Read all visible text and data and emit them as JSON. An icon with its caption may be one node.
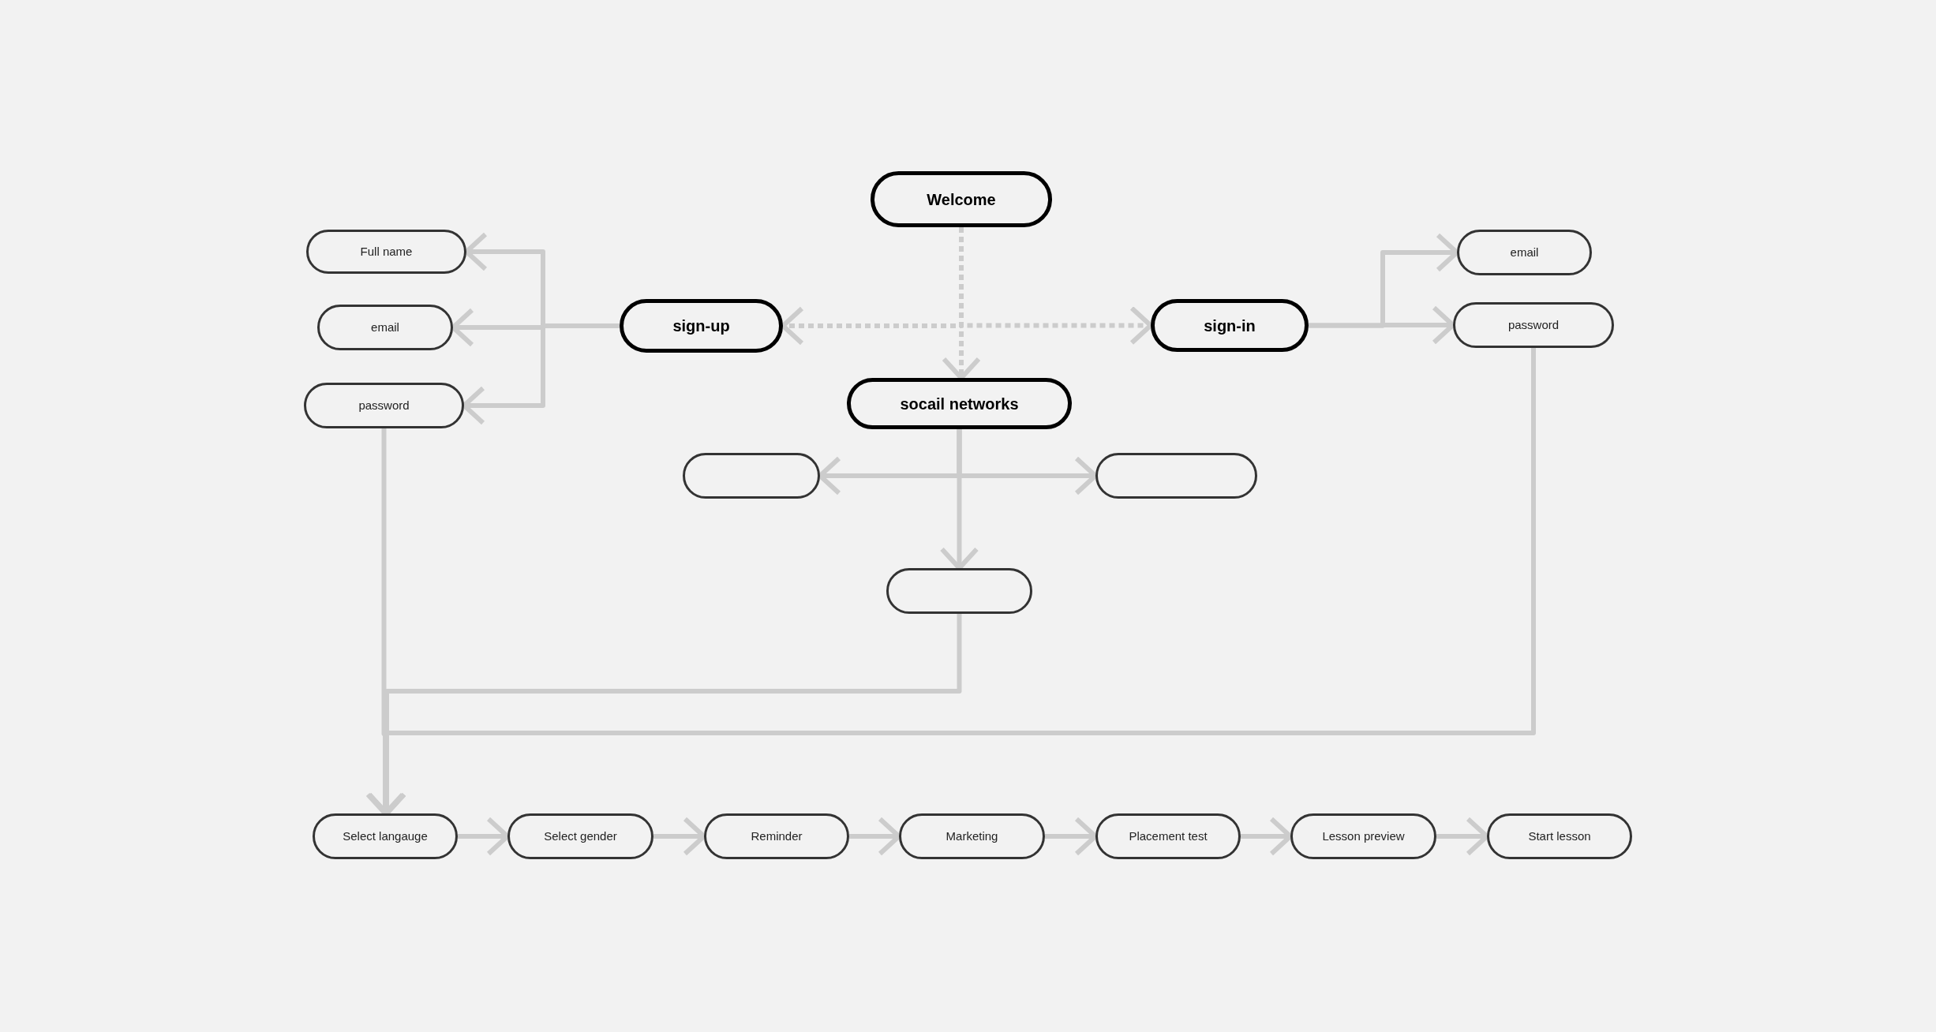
{
  "diagram": {
    "nodes": [
      {
        "text": [
          "Welcome"
        ]
      },
      {
        "text": [
          "Full name"
        ]
      },
      {
        "text": [
          "email"
        ]
      },
      {
        "text": [
          "password"
        ]
      },
      {
        "text": [
          "sign-up"
        ]
      },
      {
        "text": [
          "sign-in"
        ]
      },
      {
        "text": [
          "email"
        ]
      },
      {
        "text": [
          "password"
        ]
      },
      {
        "text": [
          "socail networks"
        ]
      },
      {
        "text": [],
        "shape": "box"
      },
      {
        "text": [],
        "shape": "box"
      },
      {
        "text": [],
        "shape": "box"
      },
      {
        "text": [
          "Select langauge"
        ]
      },
      {
        "text": [
          "Select gender"
        ]
      },
      {
        "text": [
          "Reminder"
        ]
      },
      {
        "text": [
          "Marketing"
        ]
      },
      {
        "text": [
          "Placement test"
        ]
      },
      {
        "text": [
          "Lesson preview"
        ]
      },
      {
        "text": [
          "Start lesson"
        ]
      }
    ],
    "edges": [
      {
        "from": 0,
        "to": 4,
        "arrow": "to",
        "style": "dashed"
      },
      {
        "from": 0,
        "to": 5,
        "arrow": "to",
        "style": "dashed"
      },
      {
        "from": 0,
        "to": 8,
        "arrow": "to",
        "style": "dashed"
      },
      {
        "from": 4,
        "to": 1,
        "arrow": "to"
      },
      {
        "from": 4,
        "to": 2,
        "arrow": "to"
      },
      {
        "from": 4,
        "to": 3,
        "arrow": "to"
      },
      {
        "from": 5,
        "to": 6,
        "arrow": "to"
      },
      {
        "from": 5,
        "to": 7,
        "arrow": "to"
      },
      {
        "from": 8,
        "to": 9,
        "arrow": "to"
      },
      {
        "from": 8,
        "to": 10,
        "arrow": "to"
      },
      {
        "from": 8,
        "to": 11,
        "arrow": "to"
      },
      {
        "from": 3,
        "to": 12,
        "arrow": "to"
      },
      {
        "from": 11,
        "to": 12,
        "arrow": "to"
      },
      {
        "from": 7,
        "to": 12,
        "arrow": "to"
      },
      {
        "from": 12,
        "to": 13,
        "arrow": "to"
      },
      {
        "from": 13,
        "to": 14,
        "arrow": "to"
      },
      {
        "from": 14,
        "to": 15,
        "arrow": "to"
      },
      {
        "from": 15,
        "to": 16,
        "arrow": "to"
      },
      {
        "from": 16,
        "to": 17,
        "arrow": "to"
      },
      {
        "from": 17,
        "to": 18,
        "arrow": "to"
      }
    ]
  }
}
